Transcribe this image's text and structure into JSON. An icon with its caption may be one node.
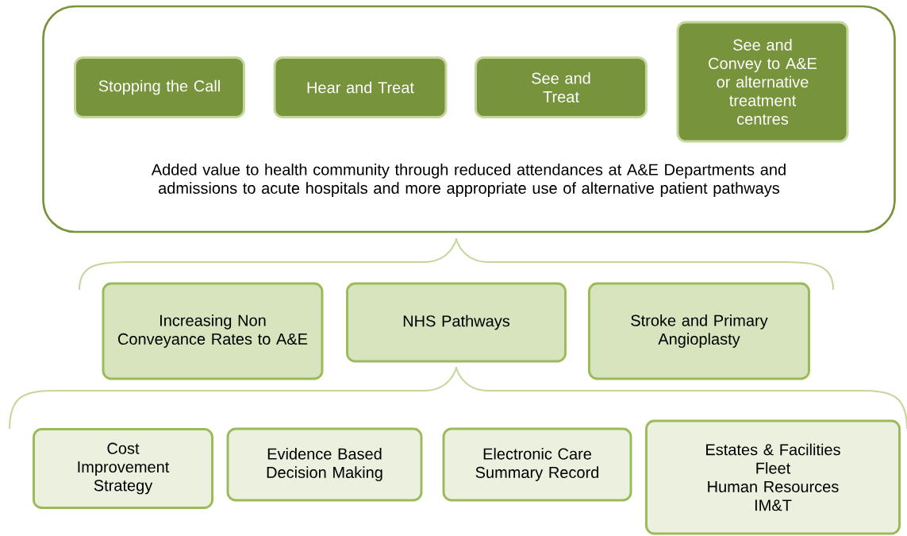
{
  "diagram": {
    "nodes": [
      {
        "text": [
          "Added value to health community through reduced attendances at A&E Departments and admissions to acute hospitals and more appropriate use of alternative patient pathways"
        ]
      },
      {
        "text": [
          "Stopping the Call"
        ],
        "in": 0
      },
      {
        "text": [
          "Hear and Treat"
        ],
        "in": 0
      },
      {
        "text": [
          "See and Treat"
        ],
        "in": 0
      },
      {
        "text": [
          "See and Convey to A&E or alternative treatment centres"
        ],
        "in": 0
      },
      {
        "text": [
          "Increasing Non Conveyance Rates to A&E"
        ]
      },
      {
        "text": [
          "NHS Pathways"
        ]
      },
      {
        "text": [
          "Stroke and Primary Angioplasty"
        ]
      },
      {
        "text": [
          "Cost Improvement Strategy"
        ]
      },
      {
        "text": [
          "Evidence Based Decision Making"
        ]
      },
      {
        "text": [
          "Electronic Care Summary Record"
        ]
      },
      {
        "text": [
          "Estates & Facilities",
          "Fleet",
          "Human Resources",
          "IM&T"
        ]
      }
    ]
  }
}
